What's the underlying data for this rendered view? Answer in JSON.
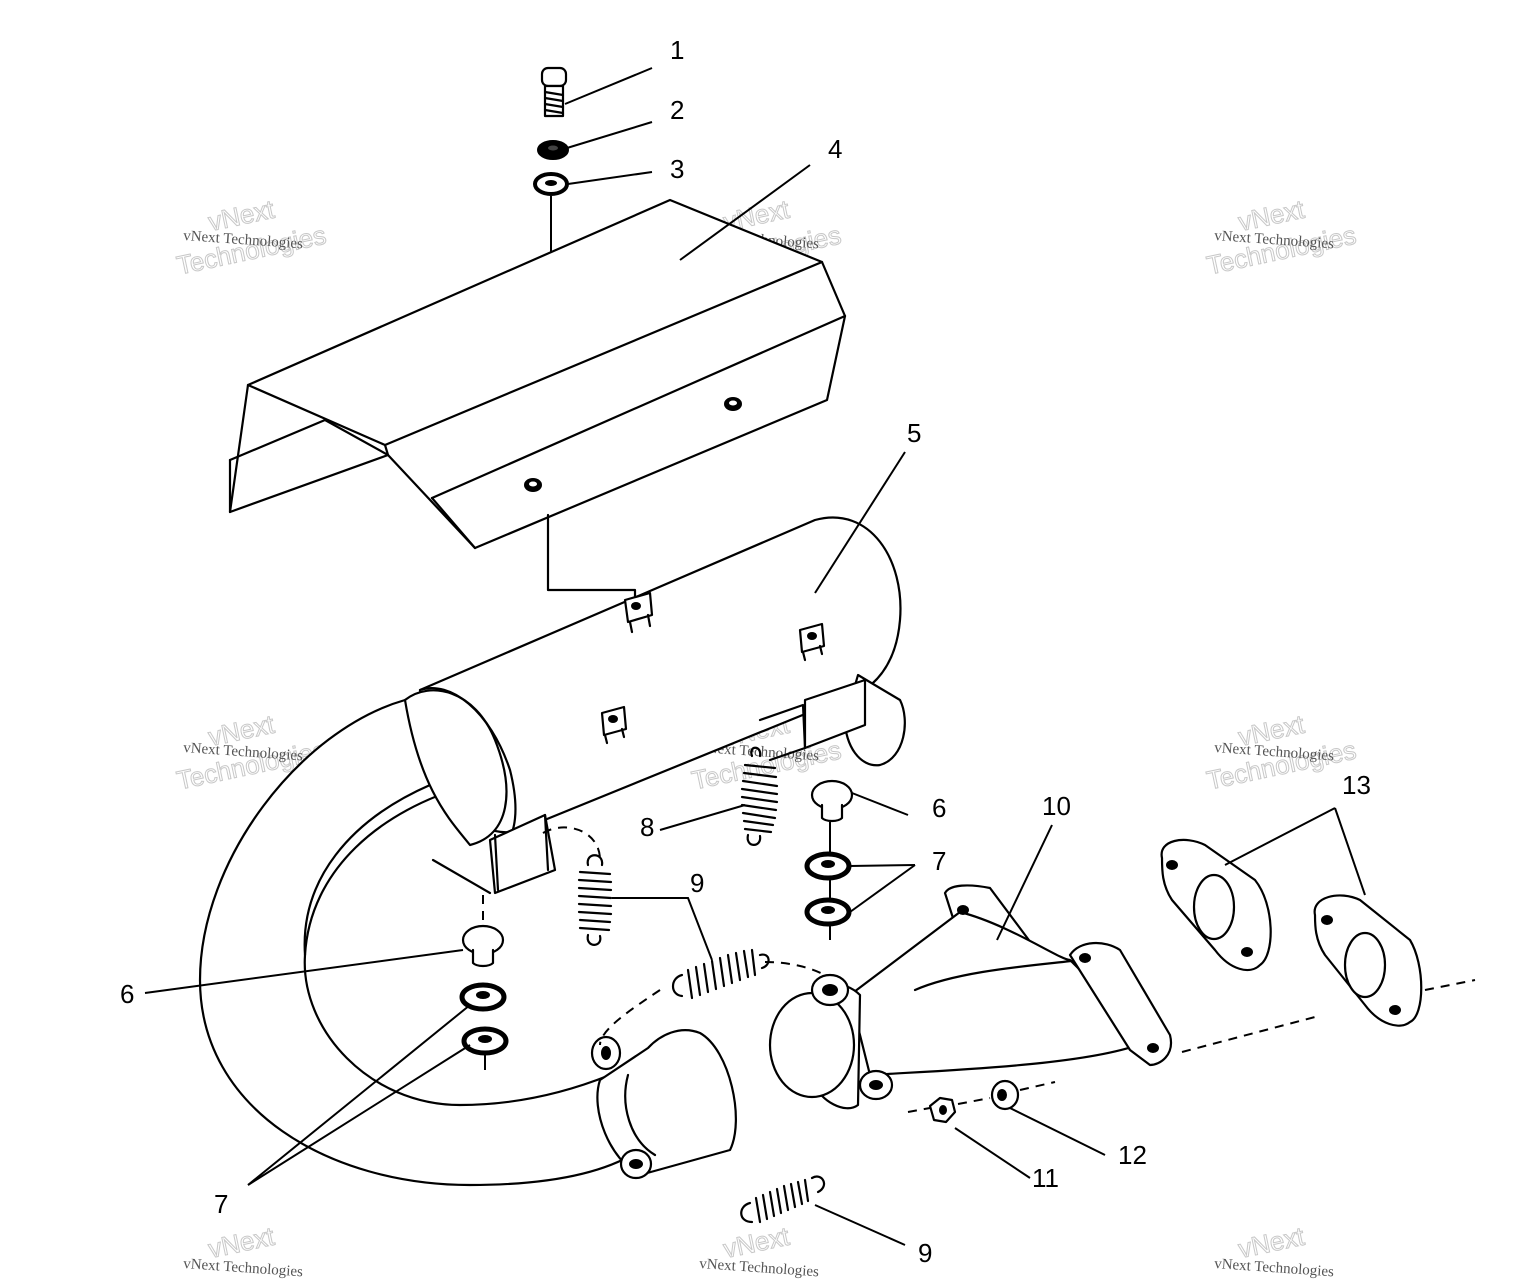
{
  "watermark": {
    "line_small": "vNext Technologies",
    "word_top": "vNext",
    "word_bottom": "Technologies"
  },
  "callouts": [
    {
      "id": "c1",
      "text": "1"
    },
    {
      "id": "c2",
      "text": "2"
    },
    {
      "id": "c3",
      "text": "3"
    },
    {
      "id": "c4",
      "text": "4"
    },
    {
      "id": "c5",
      "text": "5"
    },
    {
      "id": "c6a",
      "text": "6"
    },
    {
      "id": "c6b",
      "text": "6"
    },
    {
      "id": "c7a",
      "text": "7"
    },
    {
      "id": "c7b",
      "text": "7"
    },
    {
      "id": "c8",
      "text": "8"
    },
    {
      "id": "c9a",
      "text": "9"
    },
    {
      "id": "c9b",
      "text": "9"
    },
    {
      "id": "c10",
      "text": "10"
    },
    {
      "id": "c11",
      "text": "11"
    },
    {
      "id": "c12",
      "text": "12"
    },
    {
      "id": "c13",
      "text": "13"
    }
  ]
}
